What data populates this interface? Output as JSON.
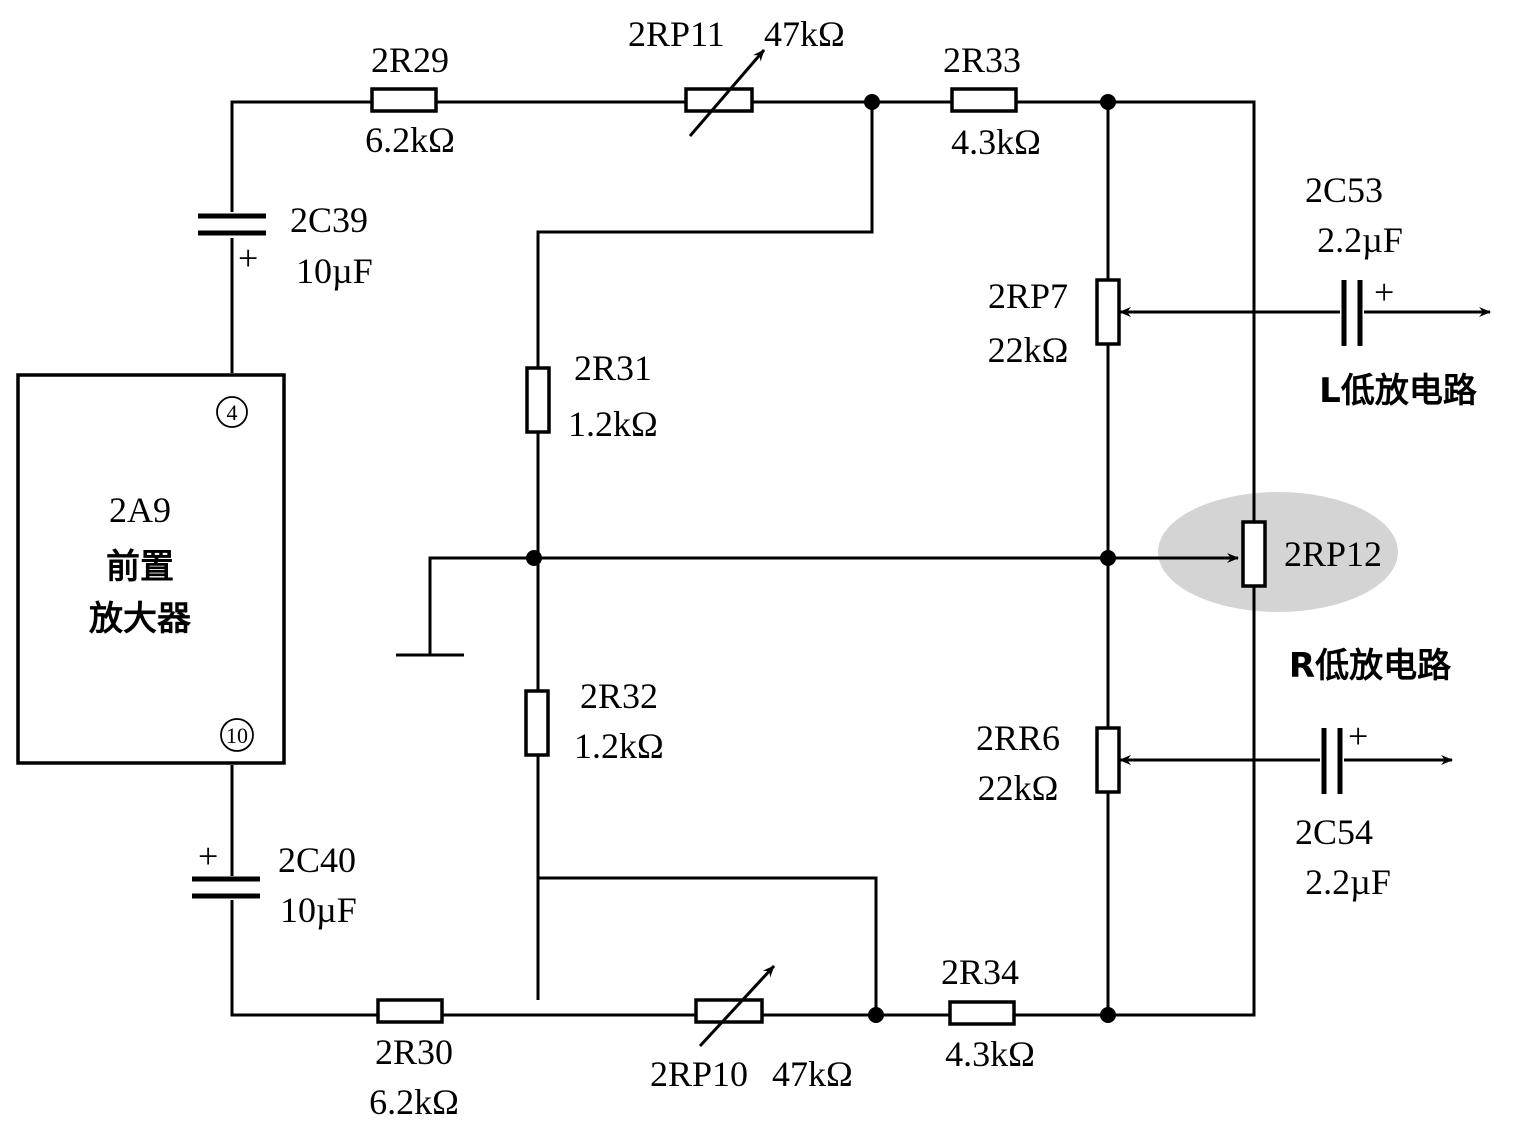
{
  "module": {
    "id": "2A9",
    "name_line1": "前置",
    "name_line2": "放大器",
    "pin_top": "4",
    "pin_bottom": "10"
  },
  "components": {
    "R29": {
      "ref": "2R29",
      "value": "6.2kΩ"
    },
    "RP11": {
      "ref": "2RP11",
      "value": "47kΩ"
    },
    "R33": {
      "ref": "2R33",
      "value": "4.3kΩ"
    },
    "C39": {
      "ref": "2C39",
      "value": "10µF",
      "polarity": "+"
    },
    "R31": {
      "ref": "2R31",
      "value": "1.2kΩ"
    },
    "RP7": {
      "ref": "2RP7",
      "value": "22kΩ"
    },
    "C53": {
      "ref": "2C53",
      "value": "2.2µF",
      "polarity": "+"
    },
    "RP12": {
      "ref": "2RP12"
    },
    "R32": {
      "ref": "2R32",
      "value": "1.2kΩ"
    },
    "RR6": {
      "ref": "2RR6",
      "value": "22kΩ"
    },
    "C40": {
      "ref": "2C40",
      "value": "10µF",
      "polarity": "+"
    },
    "C54": {
      "ref": "2C54",
      "value": "2.2µF",
      "polarity": "+"
    },
    "R30": {
      "ref": "2R30",
      "value": "6.2kΩ"
    },
    "RP10": {
      "ref": "2RP10",
      "value": "47kΩ"
    },
    "R34": {
      "ref": "2R34",
      "value": "4.3kΩ"
    }
  },
  "outputs": {
    "left": "L低放电路",
    "right": "R低放电路"
  },
  "highlight_color": "#d4d4d4"
}
